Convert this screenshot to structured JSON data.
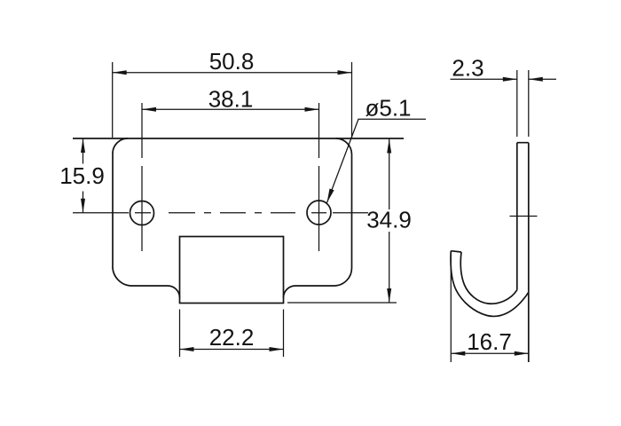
{
  "colors": {
    "line": "#141414",
    "background": "#ffffff"
  },
  "dims": {
    "overall_width": "50.8",
    "hole_spacing": "38.1",
    "hole_diameter": "ø5.1",
    "top_edge_to_hole_center": "15.9",
    "overall_height": "34.9",
    "tab_width": "22.2",
    "thickness": "2.3",
    "hook_depth": "16.7"
  }
}
